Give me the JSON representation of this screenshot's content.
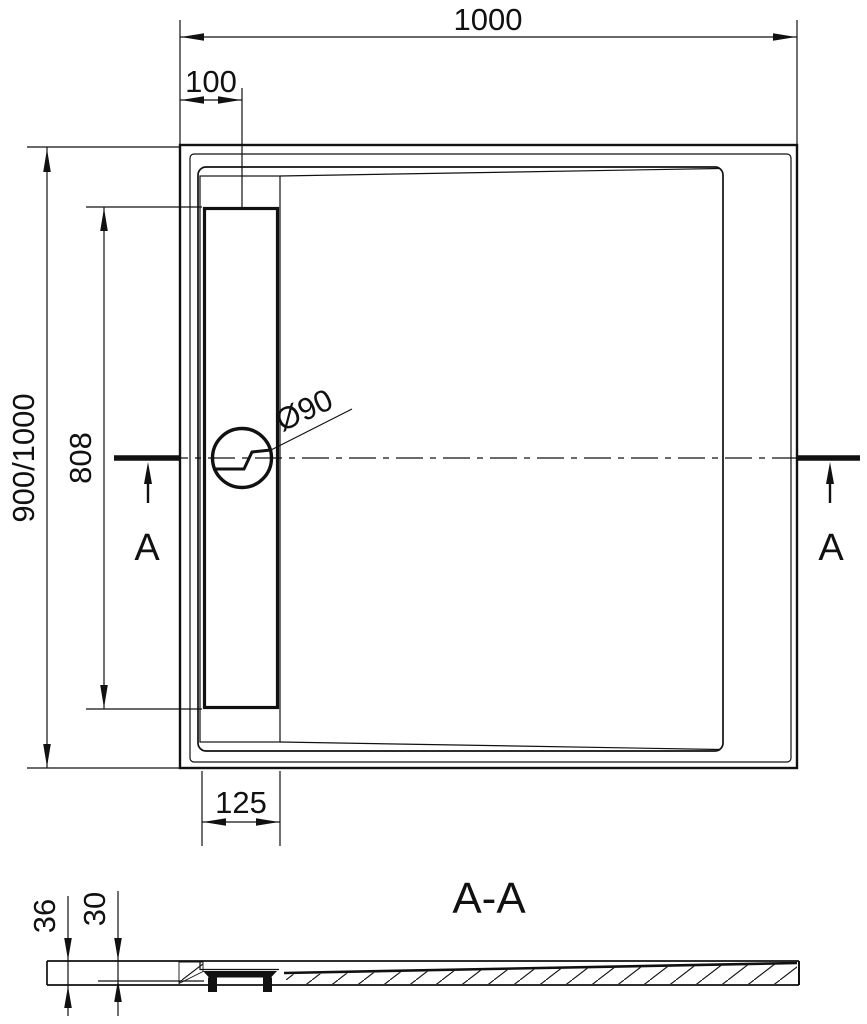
{
  "page": {
    "background": "#ffffff",
    "line_color": "#111111"
  },
  "top_view": {
    "dim_width": "1000",
    "dim_drain_offset": "100",
    "dim_depth": "900/1000",
    "dim_channel_length": "808",
    "dim_drain_diameter": "Ø90",
    "dim_channel_width": "125",
    "section_marker_left": "A",
    "section_marker_right": "A"
  },
  "section_view": {
    "title": "A-A",
    "dim_overall_height": "36",
    "dim_inner_depth": "30"
  }
}
